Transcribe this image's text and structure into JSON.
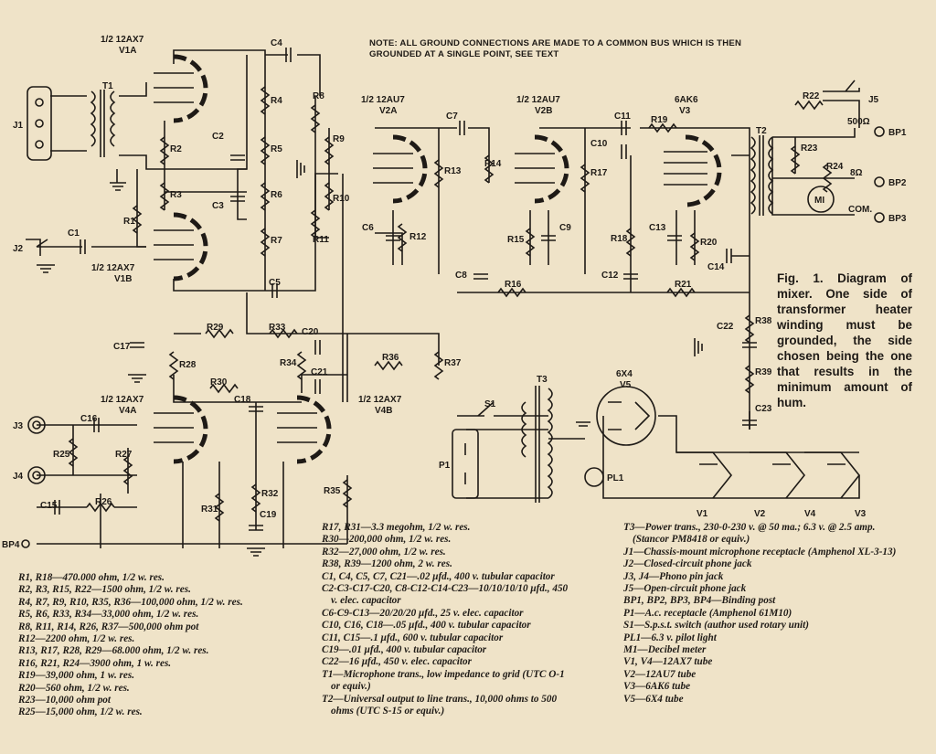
{
  "note": "NOTE: ALL GROUND CONNECTIONS ARE MADE TO A COMMON BUS WHICH IS THEN GROUNDED AT A SINGLE POINT, SEE TEXT",
  "caption": "Fig. 1. Diagram of mixer. One side of transformer heater winding must be grounded, the side chosen being the one that results in the minimum amount of hum.",
  "tubes": {
    "v1a": [
      "1/2 12AX7",
      "V1A"
    ],
    "v1b": [
      "1/2 12AX7",
      "V1B"
    ],
    "v2a": [
      "1/2 12AU7",
      "V2A"
    ],
    "v2b": [
      "1/2 12AU7",
      "V2B"
    ],
    "v3": [
      "6AK6",
      "V3"
    ],
    "v4a": [
      "1/2 12AX7",
      "V4A"
    ],
    "v4b": [
      "1/2 12AX7",
      "V4B"
    ],
    "v5": [
      "6X4",
      "V5"
    ]
  },
  "labels": {
    "t1": "T1",
    "t2": "T2",
    "t3": "T3",
    "j1": "J1",
    "j2": "J2",
    "j3": "J3",
    "j4": "J4",
    "j5": "J5",
    "bp1": "BP1",
    "bp2": "BP2",
    "bp3": "BP3",
    "bp4": "BP4",
    "ohm500": "500Ω",
    "ohm8": "8Ω",
    "com": "COM.",
    "m1": "MI",
    "s1": "S1",
    "p1": "P1",
    "pl1": "PL1",
    "r1": "R1",
    "r2": "R2",
    "r3": "R3",
    "r4": "R4",
    "r5": "R5",
    "r6": "R6",
    "r7": "R7",
    "r8": "R8",
    "r9": "R9",
    "r10": "R10",
    "r11": "R11",
    "r12": "R12",
    "r13": "R13",
    "r14": "R14",
    "r15": "R15",
    "r16": "R16",
    "r17": "R17",
    "r18": "R18",
    "r19": "R19",
    "r20": "R20",
    "r21": "R21",
    "r22": "R22",
    "r23": "R23",
    "r24": "R24",
    "r25": "R25",
    "r26": "R26",
    "r27": "R27",
    "r28": "R28",
    "r29": "R29",
    "r30": "R30",
    "r31": "R31",
    "r32": "R32",
    "r33": "R33",
    "r34": "R34",
    "r35": "R35",
    "r36": "R36",
    "r37": "R37",
    "r38": "R38",
    "r39": "R39",
    "c1": "C1",
    "c2": "C2",
    "c3": "C3",
    "c4": "C4",
    "c5": "C5",
    "c6": "C6",
    "c7": "C7",
    "c8": "C8",
    "c9": "C9",
    "c10": "C10",
    "c11": "C11",
    "c12": "C12",
    "c13": "C13",
    "c14": "C14",
    "c15": "C15",
    "c16": "C16",
    "c17": "C17",
    "c18": "C18",
    "c19": "C19",
    "c20": "C20",
    "c21": "C21",
    "c22": "C22",
    "c23": "C23",
    "vs1": "V1",
    "vs2": "V2",
    "vs4": "V4",
    "vs3": "V3"
  },
  "legend1": [
    "R1, R18—470.000 ohm, 1/2 w. res.",
    "R2, R3, R15, R22—1500 ohm, 1/2 w. res.",
    "R4, R7, R9, R10, R35, R36—100,000 ohm, 1/2 w. res.",
    "R5, R6, R33, R34—33,000 ohm, 1/2 w. res.",
    "R8, R11, R14, R26, R37—500,000 ohm pot",
    "R12—2200 ohm, 1/2 w. res.",
    "R13, R17, R28, R29—68.000 ohm, 1/2 w. res.",
    "R16, R21, R24—3900 ohm, 1 w. res.",
    "R19—39,000 ohm, 1 w. res.",
    "R20—560 ohm, 1/2 w. res.",
    "R23—10,000 ohm pot",
    "R25—15,000 ohm, 1/2 w. res."
  ],
  "legend2": [
    "R17, R31—3.3 megohm, 1/2 w. res.",
    "R30—200,000 ohm, 1/2 w. res.",
    "R32—27,000 ohm, 1/2 w. res.",
    "R38, R39—1200 ohm, 2 w. res.",
    "C1, C4, C5, C7, C21—.02 μfd., 400 v. tubular capacitor",
    "C2-C3-C17-C20, C8-C12-C14-C23—10/10/10/10 μfd., 450 v. elec. capacitor",
    "C6-C9-C13—20/20/20 μfd., 25 v. elec. capacitor",
    "C10, C16, C18—.05 μfd., 400 v. tubular capacitor",
    "C11, C15—.1 μfd., 600 v. tubular capacitor",
    "C19—.01 μfd., 400 v. tubular capacitor",
    "C22—16 μfd., 450 v. elec. capacitor",
    "T1—Microphone trans., low impedance to grid (UTC O-1 or equiv.)",
    "T2—Universal output to line trans., 10,000 ohms to 500 ohms (UTC S-15 or equiv.)"
  ],
  "legend3": [
    "T3—Power trans., 230-0-230 v. @ 50 ma.; 6.3 v. @ 2.5 amp. (Stancor PM8418 or equiv.)",
    "J1—Chassis-mount microphone receptacle (Amphenol XL-3-13)",
    "J2—Closed-circuit phone jack",
    "J3, J4—Phono pin jack",
    "J5—Open-circuit phone jack",
    "BP1, BP2, BP3, BP4—Binding post",
    "P1—A.c. receptacle (Amphenol 61M10)",
    "S1—S.p.s.t. switch (author used rotary unit)",
    "PL1—6.3 v. pilot light",
    "M1—Decibel meter",
    "V1, V4—12AX7 tube",
    "V2—12AU7 tube",
    "V3—6AK6 tube",
    "V5—6X4 tube"
  ]
}
